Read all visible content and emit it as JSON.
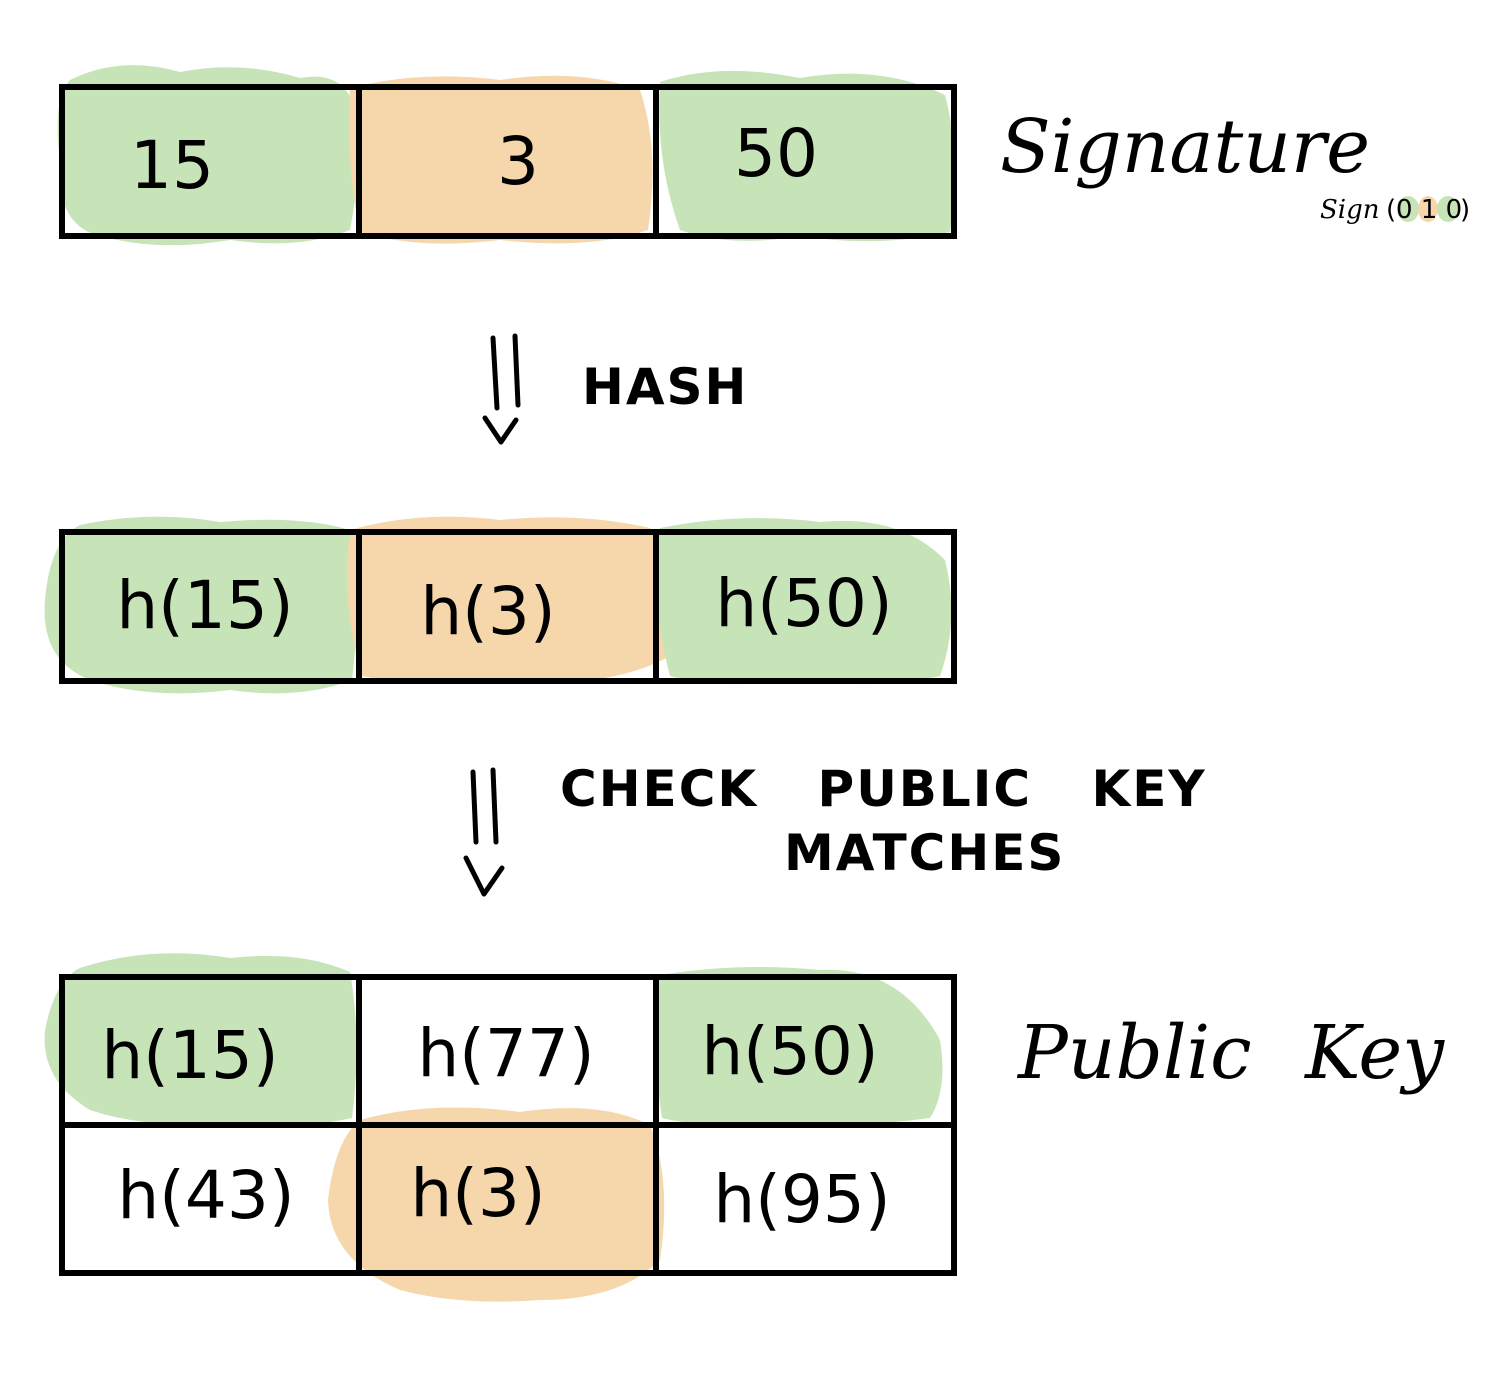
{
  "colors": {
    "green": "#c7e3b8",
    "orange": "#f6d6ab",
    "ink": "#000000"
  },
  "signature": {
    "label": "Signature",
    "sign_call": "Sign",
    "message_bits": "0 1 0",
    "cells": [
      {
        "text": "15",
        "highlight": "green"
      },
      {
        "text": "3",
        "highlight": "orange"
      },
      {
        "text": "50",
        "highlight": "green"
      }
    ]
  },
  "step_hash": {
    "label": "HASH"
  },
  "hashed": {
    "cells": [
      {
        "text": "h(15)",
        "highlight": "green"
      },
      {
        "text": "h(3)",
        "highlight": "orange"
      },
      {
        "text": "h(50)",
        "highlight": "green"
      }
    ]
  },
  "step_check": {
    "label_line1": "CHECK PUBLIC KEY",
    "label_line2": "MATCHES"
  },
  "public_key": {
    "label": "Public Key",
    "rows": [
      [
        {
          "text": "h(15)",
          "highlight": "green"
        },
        {
          "text": "h(77)",
          "highlight": "none"
        },
        {
          "text": "h(50)",
          "highlight": "green"
        }
      ],
      [
        {
          "text": "h(43)",
          "highlight": "none"
        },
        {
          "text": "h(3)",
          "highlight": "orange"
        },
        {
          "text": "h(95)",
          "highlight": "none"
        }
      ]
    ]
  }
}
